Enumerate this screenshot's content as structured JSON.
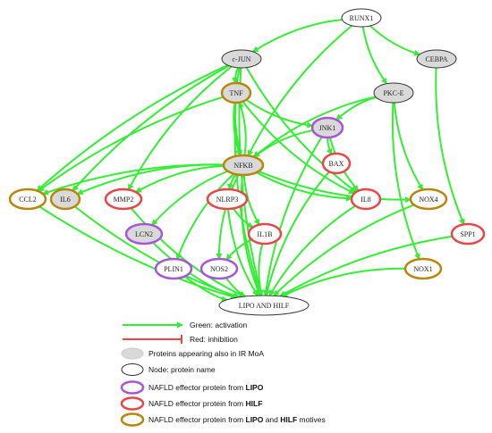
{
  "nodes": [
    {
      "id": "RUNX1",
      "label": "RUNX1",
      "fill": "#ffffff",
      "stroke": "#333333"
    },
    {
      "id": "CJUN",
      "label": "c-JUN",
      "fill": "#d9d9d9",
      "stroke": "#333333"
    },
    {
      "id": "CEBPA",
      "label": "CEBPA",
      "fill": "#d9d9d9",
      "stroke": "#333333"
    },
    {
      "id": "TNF",
      "label": "TNF",
      "fill": "#d9d9d9",
      "stroke": "#b8860b"
    },
    {
      "id": "PKCE",
      "label": "PKC-E",
      "fill": "#d9d9d9",
      "stroke": "#333333"
    },
    {
      "id": "JNK1",
      "label": "JNK1",
      "fill": "#d9d9d9",
      "stroke": "#a855d6"
    },
    {
      "id": "NFKB",
      "label": "NFKB",
      "fill": "#d9d9d9",
      "stroke": "#b8860b"
    },
    {
      "id": "BAX",
      "label": "BAX",
      "fill": "#ffffff",
      "stroke": "#e8474a"
    },
    {
      "id": "CCL2",
      "label": "CCL2",
      "fill": "#ffffff",
      "stroke": "#b8860b"
    },
    {
      "id": "IL6",
      "label": "IL6",
      "fill": "#d9d9d9",
      "stroke": "#b8860b"
    },
    {
      "id": "MMP2",
      "label": "MMP2",
      "fill": "#ffffff",
      "stroke": "#e8474a"
    },
    {
      "id": "NLRP3",
      "label": "NLRP3",
      "fill": "#ffffff",
      "stroke": "#e8474a"
    },
    {
      "id": "IL8",
      "label": "IL8",
      "fill": "#ffffff",
      "stroke": "#e8474a"
    },
    {
      "id": "NOX4",
      "label": "NOX4",
      "fill": "#ffffff",
      "stroke": "#b8860b"
    },
    {
      "id": "LCN2",
      "label": "LCN2",
      "fill": "#d9d9d9",
      "stroke": "#a855d6"
    },
    {
      "id": "IL1B",
      "label": "IL1B",
      "fill": "#ffffff",
      "stroke": "#e8474a"
    },
    {
      "id": "SPP1",
      "label": "SPP1",
      "fill": "#ffffff",
      "stroke": "#e8474a"
    },
    {
      "id": "PLIN1",
      "label": "PLIN1",
      "fill": "#ffffff",
      "stroke": "#a855d6"
    },
    {
      "id": "NOS2",
      "label": "NOS2",
      "fill": "#ffffff",
      "stroke": "#a855d6"
    },
    {
      "id": "NOX1",
      "label": "NOX1",
      "fill": "#ffffff",
      "stroke": "#b8860b"
    },
    {
      "id": "LIPOHILF",
      "label": "LIPO AND HILF",
      "fill": "#ffffff",
      "stroke": "#333333"
    }
  ],
  "edges": [
    [
      "RUNX1",
      "CJUN"
    ],
    [
      "RUNX1",
      "PKCE"
    ],
    [
      "RUNX1",
      "CEBPA"
    ],
    [
      "RUNX1",
      "NFKB"
    ],
    [
      "CJUN",
      "TNF"
    ],
    [
      "CJUN",
      "CCL2"
    ],
    [
      "CJUN",
      "IL6"
    ],
    [
      "CJUN",
      "MMP2"
    ],
    [
      "CJUN",
      "NFKB"
    ],
    [
      "CJUN",
      "IL8"
    ],
    [
      "CJUN",
      "LIPOHILF"
    ],
    [
      "TNF",
      "NFKB"
    ],
    [
      "TNF",
      "JNK1"
    ],
    [
      "TNF",
      "CCL2"
    ],
    [
      "TNF",
      "LIPOHILF"
    ],
    [
      "TNF",
      "IL8"
    ],
    [
      "PKCE",
      "JNK1"
    ],
    [
      "PKCE",
      "NFKB"
    ],
    [
      "PKCE",
      "NOX4"
    ],
    [
      "PKCE",
      "NOX1"
    ],
    [
      "CEBPA",
      "SPP1"
    ],
    [
      "JNK1",
      "NFKB"
    ],
    [
      "JNK1",
      "BAX"
    ],
    [
      "JNK1",
      "IL8"
    ],
    [
      "JNK1",
      "LIPOHILF"
    ],
    [
      "NFKB",
      "TNF"
    ],
    [
      "NFKB",
      "CCL2"
    ],
    [
      "NFKB",
      "IL6"
    ],
    [
      "NFKB",
      "MMP2"
    ],
    [
      "NFKB",
      "NLRP3"
    ],
    [
      "NFKB",
      "IL8"
    ],
    [
      "NFKB",
      "NOX4"
    ],
    [
      "NFKB",
      "LCN2"
    ],
    [
      "NFKB",
      "IL1B"
    ],
    [
      "NFKB",
      "PLIN1"
    ],
    [
      "NFKB",
      "NOS2"
    ],
    [
      "NFKB",
      "LIPOHILF"
    ],
    [
      "BAX",
      "LIPOHILF"
    ],
    [
      "CCL2",
      "LIPOHILF"
    ],
    [
      "IL6",
      "LIPOHILF"
    ],
    [
      "MMP2",
      "LIPOHILF"
    ],
    [
      "NLRP3",
      "IL1B"
    ],
    [
      "NLRP3",
      "LIPOHILF"
    ],
    [
      "IL8",
      "LIPOHILF"
    ],
    [
      "NOX4",
      "LIPOHILF"
    ],
    [
      "LCN2",
      "LIPOHILF"
    ],
    [
      "IL1B",
      "LIPOHILF"
    ],
    [
      "IL1B",
      "NOS2"
    ],
    [
      "SPP1",
      "LIPOHILF"
    ],
    [
      "PLIN1",
      "LIPOHILF"
    ],
    [
      "NOS2",
      "LIPOHILF"
    ],
    [
      "NOX1",
      "LIPOHILF"
    ]
  ],
  "colors": {
    "activation": "#33ee33",
    "inhibition": "#e8474a",
    "grey_fill": "#d9d9d9",
    "lipo": "#a855d6",
    "hilf": "#e8474a",
    "both": "#b8860b"
  },
  "legend": {
    "activation": "Green: activation",
    "inhibition": "Red: inhibition",
    "shared": "Proteins appearing also in IR MoA",
    "node": "Node: protein name",
    "lipo_prefix": "NAFLD effector protein from ",
    "lipo_bold": "LIPO",
    "hilf_prefix": "NAFLD effector protein from ",
    "hilf_bold": "HILF",
    "both_prefix": "NAFLD effector protein from ",
    "both_bold1": "LIPO",
    "both_mid": " and ",
    "both_bold2": "HILF",
    "both_suffix": " motives"
  }
}
